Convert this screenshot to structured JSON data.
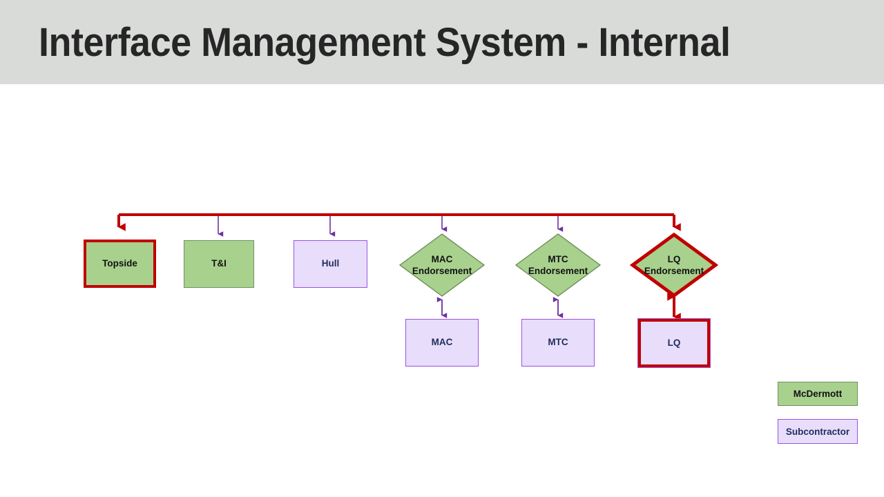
{
  "header": {
    "title": "Interface Management System - Internal",
    "background": "#d9dbd9",
    "text_color": "#262626"
  },
  "colors": {
    "mcdermott_fill": "#a9d18e",
    "subcontractor_fill": "#e8ddfb",
    "highlight_border": "#c00000",
    "connector_purple": "#7030a0",
    "connector_red": "#c00000",
    "green_border": "#6f8f5b",
    "purple_border": "#9b51e0",
    "label_dark": "#111111",
    "label_navy": "#1f2d5a"
  },
  "diagram": {
    "nodes": [
      {
        "id": "topside",
        "label": "Topside",
        "shape": "rect",
        "party": "mcdermott",
        "highlighted": true
      },
      {
        "id": "ti",
        "label": "T&I",
        "shape": "rect",
        "party": "mcdermott",
        "highlighted": false
      },
      {
        "id": "hull",
        "label": "Hull",
        "shape": "rect",
        "party": "subcontractor",
        "highlighted": false
      },
      {
        "id": "mac-endorsement",
        "label_line1": "MAC",
        "label_line2": "Endorsement",
        "shape": "diamond",
        "party": "mcdermott",
        "highlighted": false
      },
      {
        "id": "mtc-endorsement",
        "label_line1": "MTC",
        "label_line2": "Endorsement",
        "shape": "diamond",
        "party": "mcdermott",
        "highlighted": false
      },
      {
        "id": "lq-endorsement",
        "label_line1": "LQ",
        "label_line2": "Endorsement",
        "shape": "diamond",
        "party": "mcdermott",
        "highlighted": true
      },
      {
        "id": "mac",
        "label": "MAC",
        "shape": "rect",
        "party": "subcontractor",
        "highlighted": false
      },
      {
        "id": "mtc",
        "label": "MTC",
        "shape": "rect",
        "party": "subcontractor",
        "highlighted": false
      },
      {
        "id": "lq",
        "label": "LQ",
        "shape": "rect",
        "party": "subcontractor",
        "highlighted": true
      }
    ]
  },
  "legend": {
    "items": [
      {
        "id": "legend-mcdermott",
        "label": "McDermott",
        "party": "mcdermott"
      },
      {
        "id": "legend-subcontractor",
        "label": "Subcontractor",
        "party": "subcontractor"
      }
    ]
  }
}
